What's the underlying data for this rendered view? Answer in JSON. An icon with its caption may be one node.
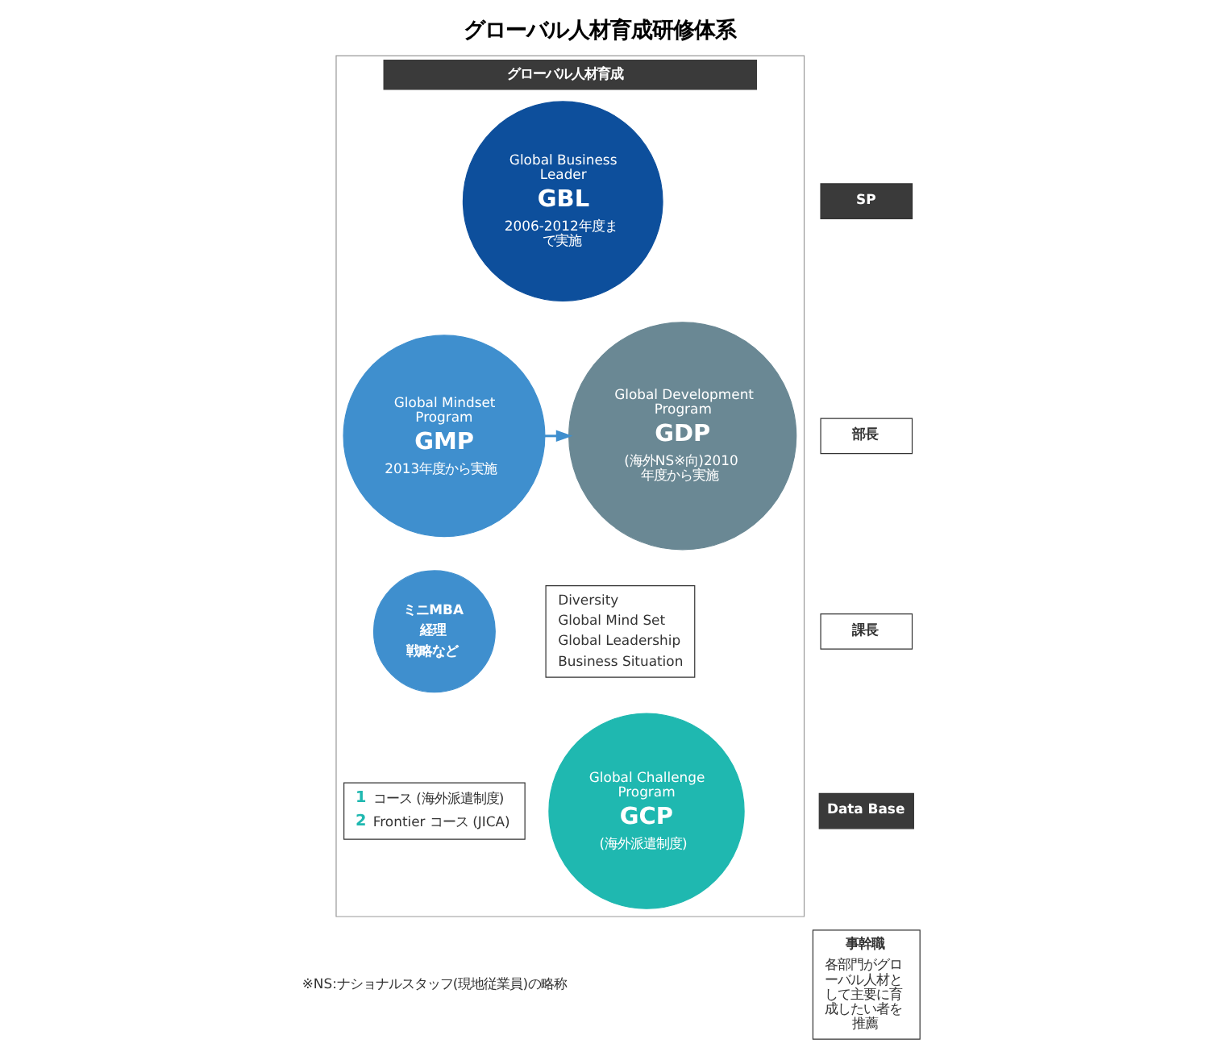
{
  "diagram": {
    "title": "グローバル人材育成研修体系",
    "caption": "※NS:ナショナルスタッフ(現地従業員)の略称",
    "nodes": [
      {
        "text": [
          "グローバル人材育成"
        ]
      },
      {
        "text": [
          "SP"
        ]
      },
      {
        "text": [
          "部長"
        ]
      },
      {
        "text": [
          "課長"
        ]
      },
      {
        "text": [
          "Data Base"
        ]
      },
      {
        "text": [
          "事幹職",
          "各部門がグローバル人材として主要に育成したい者を推薦"
        ]
      },
      {
        "text": [
          "Global Business Leader",
          "GBL",
          "2006-2012年度まで実施"
        ],
        "in": 0
      },
      {
        "text": [
          "Global Mindset Program",
          "GMP",
          "2013年度から実施"
        ],
        "in": 0
      },
      {
        "text": [
          "Global Development Program",
          "GDP",
          "(海外NS※向)2010年度から実施"
        ],
        "in": 0
      },
      {
        "text": [
          "Diversity",
          "Global Mind Set",
          "Global Leadership",
          "Business Situation"
        ],
        "in": 0
      },
      {
        "text": [
          "ミニMBA",
          "経理",
          "戦略など"
        ],
        "in": 0
      },
      {
        "text": [
          "Global Challenge Program",
          "GCP",
          "(海外派遣制度)"
        ],
        "in": 0
      },
      {
        "text": [
          "1",
          "コース (海外派遣制度)",
          "2",
          "Frontier コース (JICA)"
        ],
        "in": 0
      }
    ],
    "edges": [
      {
        "from": 7,
        "to": 8,
        "arrow": "to"
      }
    ]
  }
}
